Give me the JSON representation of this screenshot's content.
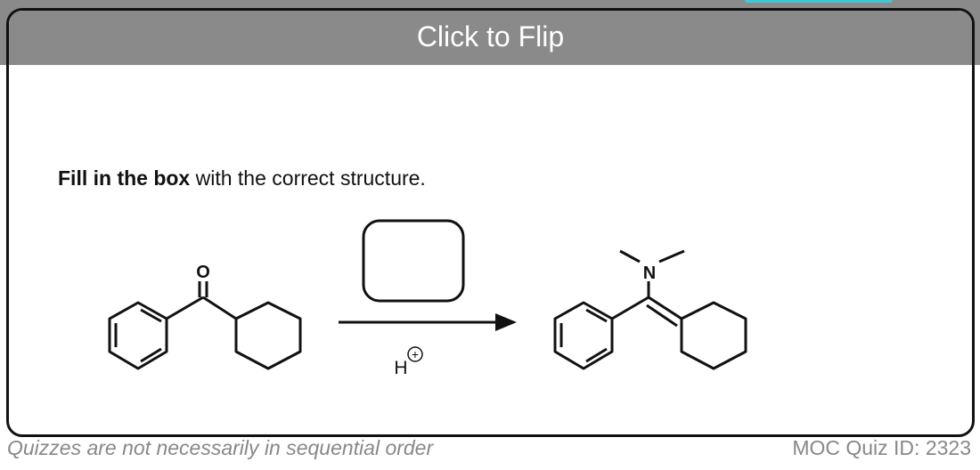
{
  "card": {
    "flip_label": "Click to Flip",
    "prompt_bold": "Fill in the box",
    "prompt_rest": " with the correct structure.",
    "reactant_atom": "O",
    "product_atom": "N",
    "reagent": "H",
    "reagent_charge": "+"
  },
  "footer": {
    "note": "Quizzes are not necessarily in sequential order",
    "quiz_id": "MOC Quiz ID: 2323"
  }
}
